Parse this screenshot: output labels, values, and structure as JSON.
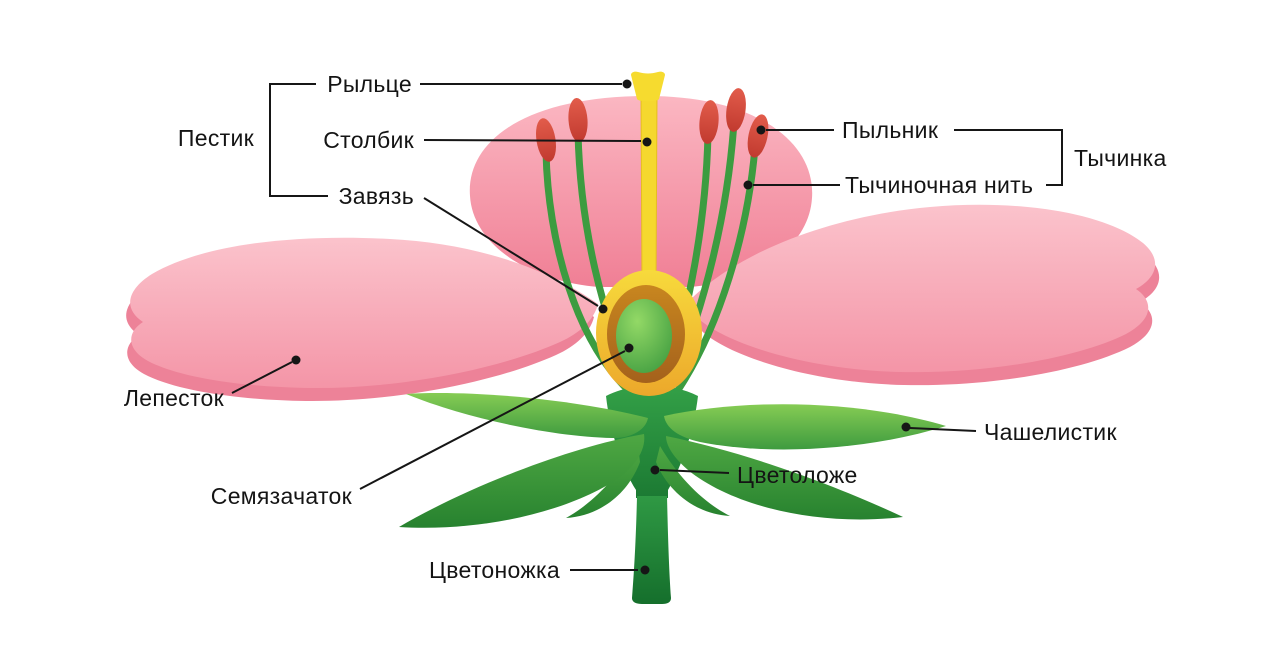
{
  "diagram": {
    "kind": "labeled-biology-diagram",
    "subject": "flower-structure-cross-section",
    "language": "ru"
  },
  "labels": {
    "stigma": "Рыльце",
    "style": "Столбик",
    "ovary": "Завязь",
    "pistil_group": "Пестик",
    "petal": "Лепесток",
    "ovule": "Семязачаток",
    "pedicel": "Цветоножка",
    "anther": "Пыльник",
    "filament": "Тычиночная нить",
    "stamen_group": "Тычинка",
    "sepal": "Чашелистик",
    "receptacle": "Цветоложе"
  },
  "colors": {
    "petal_pink": "#F7A4B3",
    "petal_underside_pink": "#ED8298",
    "cup_pink": "#F48FA2",
    "leaf_green": "#4CA943",
    "leaf_dark_green": "#2E8B37",
    "receptacle_green": "#1E7A30",
    "pistil_yellow": "#F5D82E",
    "ovary_outer_yellow": "#F2C233",
    "ovary_ring_orange": "#BD7D1E",
    "ovule_green": "#57B24A",
    "anther_red": "#D64A3C",
    "leader_line": "#161616",
    "label_text": "#141414",
    "background": "#FFFFFF"
  }
}
